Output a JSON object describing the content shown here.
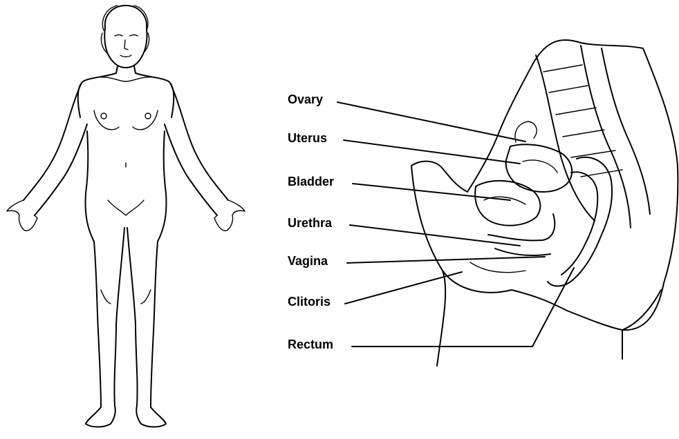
{
  "figure": {
    "panels": [
      {
        "name": "female-body-front-view"
      },
      {
        "name": "pelvis-sagittal-section"
      }
    ],
    "labels": [
      {
        "id": "ovary",
        "text": "Ovary"
      },
      {
        "id": "uterus",
        "text": "Uterus"
      },
      {
        "id": "bladder",
        "text": "Bladder"
      },
      {
        "id": "urethra",
        "text": "Urethra"
      },
      {
        "id": "vagina",
        "text": "Vagina"
      },
      {
        "id": "clitoris",
        "text": "Clitoris"
      },
      {
        "id": "rectum",
        "text": "Rectum"
      }
    ],
    "line_color": "#000000",
    "background": "#ffffff"
  }
}
